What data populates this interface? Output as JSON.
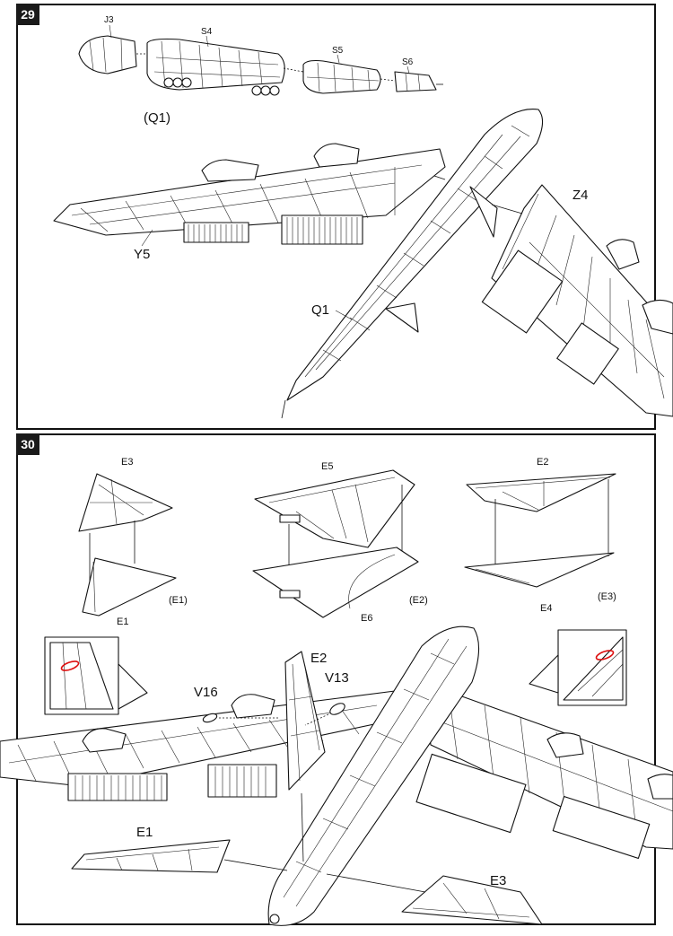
{
  "steps": [
    {
      "number": "29"
    },
    {
      "number": "30"
    }
  ],
  "step29": {
    "labels": {
      "j3": "J3",
      "s4": "S4",
      "s5": "S5",
      "s6": "S6",
      "q1_group": "(Q1)",
      "y5": "Y5",
      "z4": "Z4",
      "q1": "Q1"
    }
  },
  "step30": {
    "labels": {
      "e3_top": "E3",
      "e1_sub": "E1",
      "e1_group": "(E1)",
      "e5": "E5",
      "e6": "E6",
      "e2_group": "(E2)",
      "e2_top": "E2",
      "e4": "E4",
      "e3_group": "(E3)",
      "e2_main": "E2",
      "v16": "V16",
      "v13": "V13",
      "e1_main": "E1",
      "e3_main": "E3"
    },
    "highlight_color": "#dd1111"
  }
}
